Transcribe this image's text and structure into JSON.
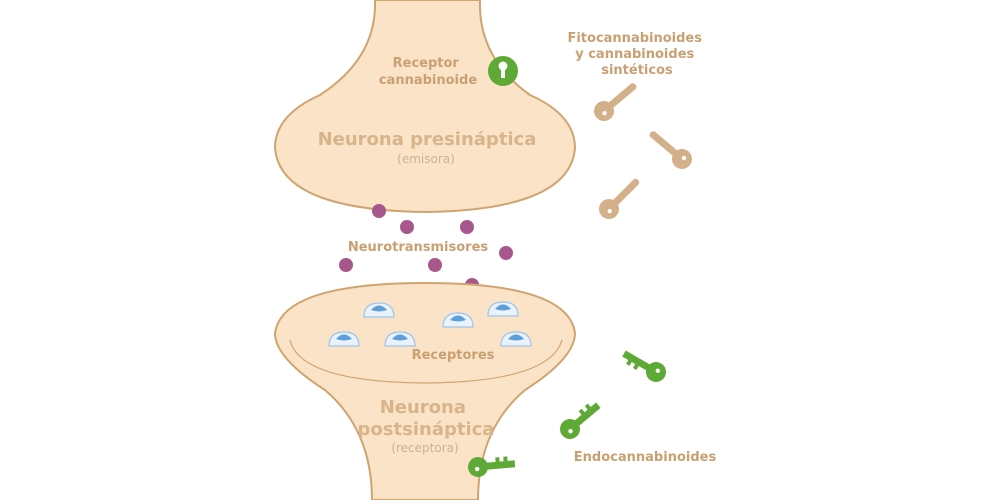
{
  "labels": {
    "receptor_cannabinoide": [
      "Receptor",
      "cannabinoide"
    ],
    "fitocannabinoides": [
      "Fitocannabinoides",
      "y cannabinoides",
      "sintéticos"
    ],
    "neurona_presinaptica_title": "Neurona presináptica",
    "neurona_presinaptica_sub": "(emisora)",
    "neurotransmisores": "Neurotransmisores",
    "receptores": "Receptores",
    "neurona_postsinaptica_title": [
      "Neurona",
      "postsináptica"
    ],
    "neurona_postsinaptica_sub": "(receptora)",
    "endocannabinoides": "Endocannabinoides"
  },
  "colors": {
    "neuron_fill": "#fbe3c8",
    "neuron_stroke": "#cfa46f",
    "neuron_text": "#d8b48a",
    "neuron_sub_text": "#c8b29a",
    "label_text": "#c9a072",
    "phyto_key": "#d3b08a",
    "endo_key": "#5faa36",
    "receptor_green": "#5faa36",
    "neurotransmitter": "#a8578c",
    "receptor_blue": "#6fa8dc",
    "receptor_pale": "#e9f2fb"
  }
}
